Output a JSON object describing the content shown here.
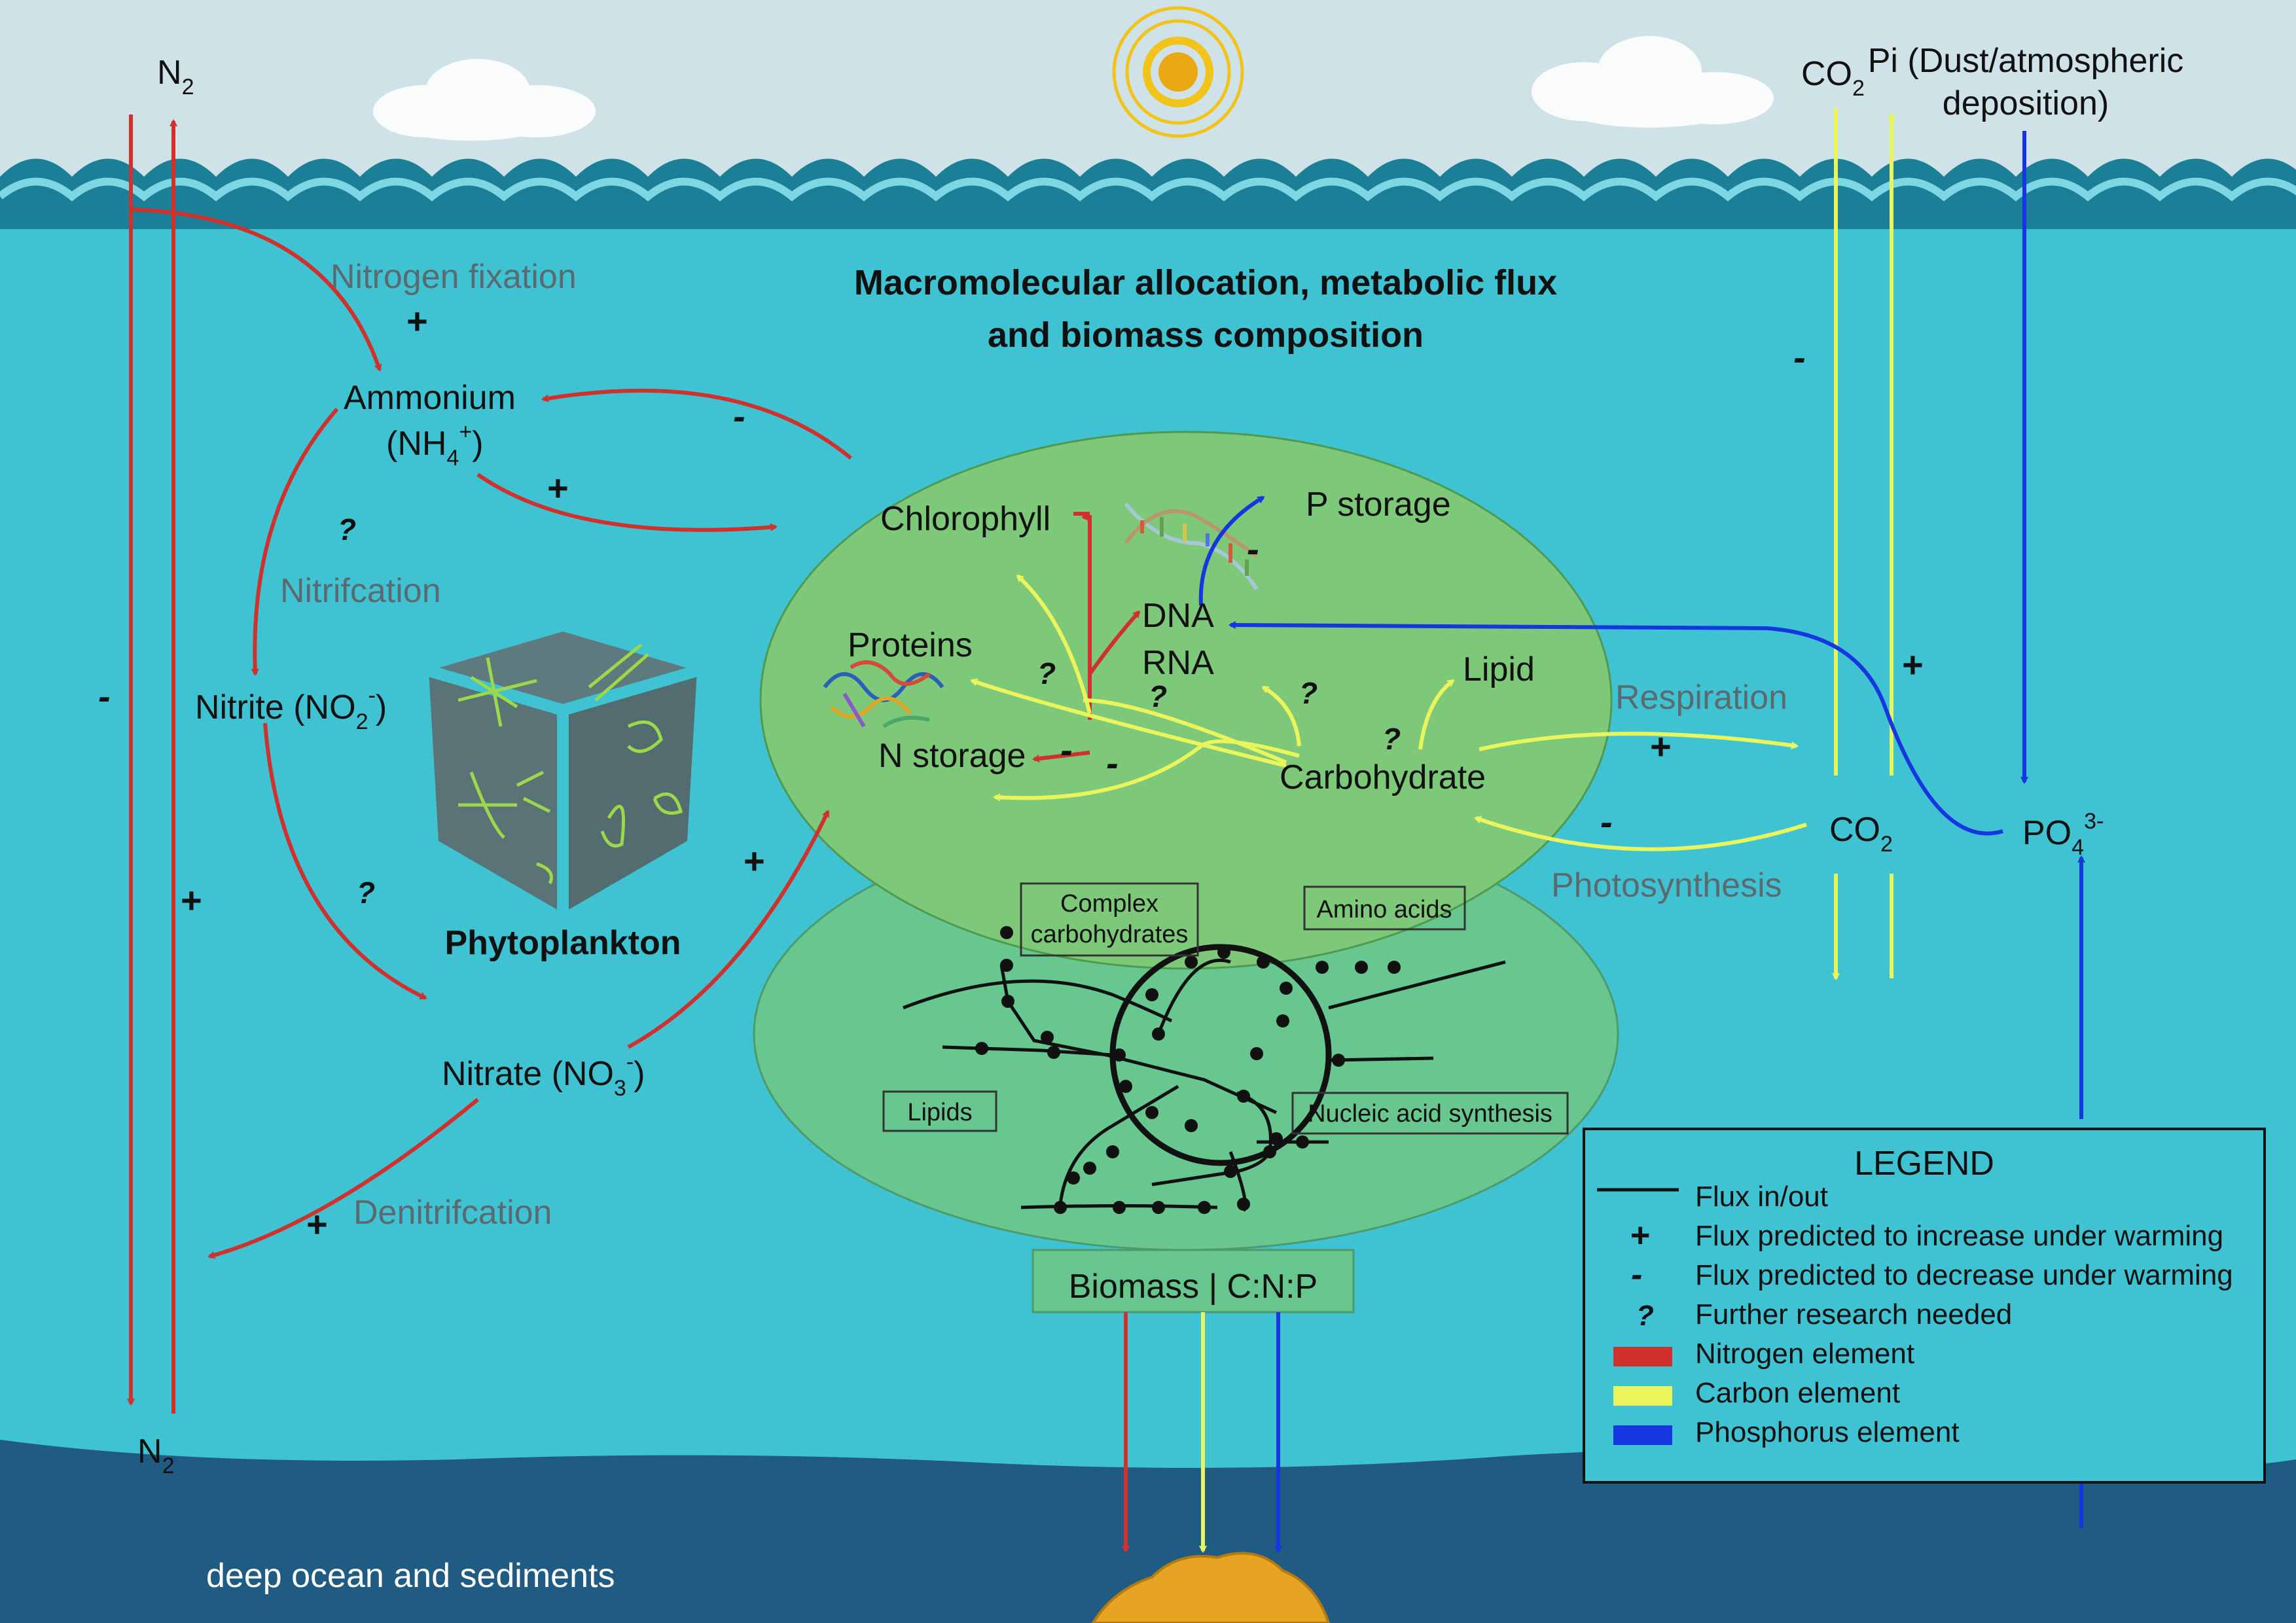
{
  "title": {
    "line1": "Macromolecular allocation, metabolic flux",
    "line2": "and biomass composition"
  },
  "nitrogen": {
    "n2_top": "N",
    "n2_bottom": "N",
    "sub2": "2",
    "ammonium": "Ammonium",
    "ammonium_formula_open": "(NH",
    "ammonium_sub": "4",
    "ammonium_sup": "+",
    "formula_close": ")",
    "nitrite_prefix": "Nitrite (NO",
    "nitrite_sub": "2",
    "nitrite_sup": "-",
    "nitrate_prefix": "Nitrate (NO",
    "nitrate_sub": "3",
    "nitrate_sup": "-",
    "nitrogen_fixation": "Nitrogen fixation",
    "nitrification": "Nitrifcation",
    "denitrification": "Denitrifcation"
  },
  "phytoplankton": "Phytoplankton",
  "cell": {
    "chlorophyll": "Chlorophyll",
    "p_storage": "P storage",
    "proteins": "Proteins",
    "dna": "DNA",
    "rna": "RNA",
    "lipid": "Lipid",
    "n_storage": "N storage",
    "carbohydrate": "Carbohydrate"
  },
  "metabolism": {
    "complex_carbs_1": "Complex",
    "complex_carbs_2": "carbohydrates",
    "amino_acids": "Amino acids",
    "lipids": "Lipids",
    "nucleic_acid": "Nucleic acid synthesis"
  },
  "carbon": {
    "co2": "CO",
    "sub2": "2",
    "respiration": "Respiration",
    "photosynthesis": "Photosynthesis"
  },
  "phosphorus": {
    "pi_line1": "Pi (Dust/atmospheric",
    "pi_line2": "deposition)",
    "po4": "PO",
    "po4_sub": "4",
    "po4_sup": "3-"
  },
  "biomass": "Biomass | C:N:P",
  "deep_ocean": "deep ocean and sediments",
  "symbols": {
    "plus": "+",
    "minus": "-",
    "question": "?"
  },
  "legend": {
    "title": "LEGEND",
    "items": [
      "Flux in/out",
      "Flux predicted to increase under warming",
      "Flux predicted to decrease under warming",
      "Further research needed",
      "Nitrogen element",
      "Carbon element",
      "Phosphorus element"
    ]
  },
  "colors": {
    "nitrogen": "#d0312d",
    "carbon": "#e9f55a",
    "phosphorus": "#1636e0",
    "sky": "#cfe2e8",
    "ocean": "#3fc3d3",
    "deep_ocean": "#205b84",
    "cell": "#7ec87a",
    "metabolism": "#68c78e"
  }
}
